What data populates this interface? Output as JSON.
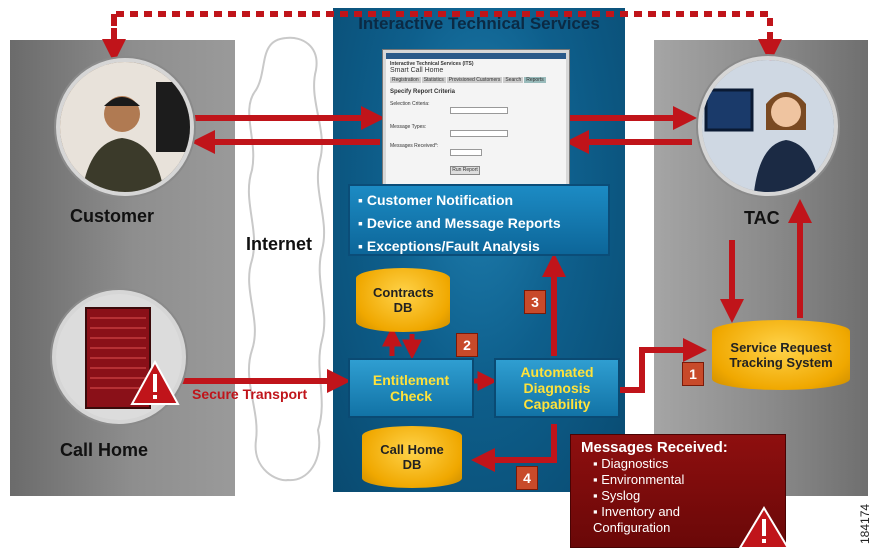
{
  "center": {
    "title": "Interactive Technical Services"
  },
  "left": {
    "customer_label": "Customer",
    "callhome_label": "Call Home"
  },
  "right": {
    "tac_label": "TAC"
  },
  "internet_label": "Internet",
  "secure_transport_label": "Secure Transport",
  "features": [
    "Customer Notification",
    "Device and Message Reports",
    "Exceptions/Fault Analysis"
  ],
  "contracts_db": "Contracts DB",
  "callhome_db": "Call Home DB",
  "entitlement_check": "Entitlement Check",
  "automated_diagnosis": "Automated Diagnosis Capability",
  "service_request": "Service Request Tracking System",
  "step_numbers": [
    "1",
    "2",
    "3",
    "4"
  ],
  "messages": {
    "title": "Messages Received:",
    "items": [
      "Diagnostics",
      "Environmental",
      "Syslog",
      "Inventory and Configuration"
    ]
  },
  "screen": {
    "header": "Interactive Technical Services (ITS)",
    "app": "Smart Call Home",
    "tabs": [
      "Registration",
      "Statistics",
      "Provisioned Customers",
      "Search",
      "Reports"
    ],
    "section": "Specify Report Criteria",
    "fields": [
      "Selection Criteria:",
      "Message Types:",
      "Messages Received*:"
    ],
    "button": "Run Report"
  },
  "figure_id": "184174",
  "colors": {
    "arrow": "#c0141a",
    "db": "#f0a800",
    "box": "#1273a6",
    "message_box": "#7a0a0a"
  }
}
